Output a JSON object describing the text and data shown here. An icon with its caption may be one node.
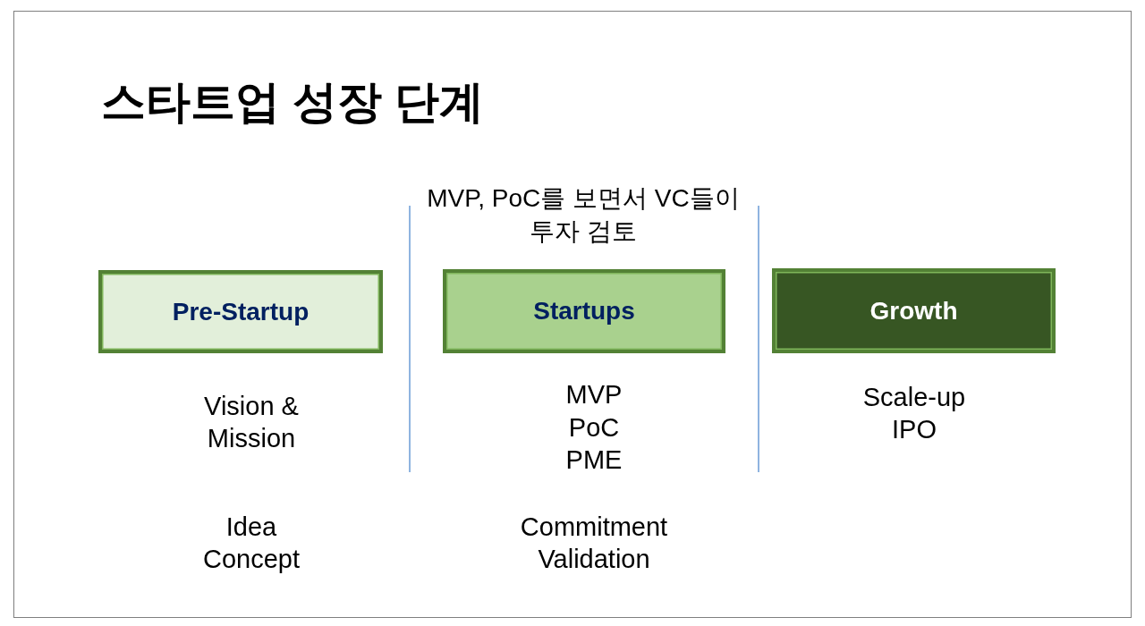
{
  "diagram": {
    "title": "스타트업 성장 단계",
    "nodes": [
      {
        "text": [
          "Pre-Startup"
        ],
        "beside": [
          "Vision & Mission",
          "Idea",
          "Concept"
        ]
      },
      {
        "text": [
          "Startups"
        ],
        "beside": [
          "MVP",
          "PoC",
          "PME",
          "Commitment",
          "Validation"
        ]
      },
      {
        "text": [
          "Growth"
        ],
        "beside": [
          "Scale-up",
          "IPO"
        ]
      }
    ],
    "labels": [
      "MVP, PoC를 보면서 VC들이 투자 검토"
    ]
  }
}
